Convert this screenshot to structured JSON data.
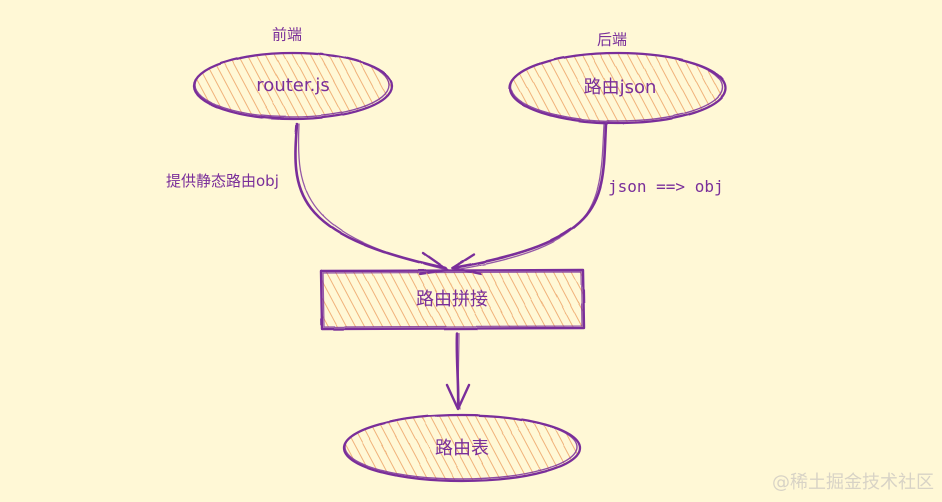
{
  "colors": {
    "background": "#fff8d6",
    "stroke": "#7a2f9a",
    "hatch": "#f0b27a",
    "watermark": "#d8d3c6"
  },
  "diagram": {
    "frontend": {
      "header": "前端",
      "node": "router.js",
      "edge_label": "提供静态路由obj"
    },
    "backend": {
      "header": "后端",
      "node": "路由json",
      "edge_label": "json ==> obj"
    },
    "merge": {
      "label": "路由拼接"
    },
    "result": {
      "label": "路由表"
    }
  },
  "watermark": "@稀土掘金技术社区"
}
